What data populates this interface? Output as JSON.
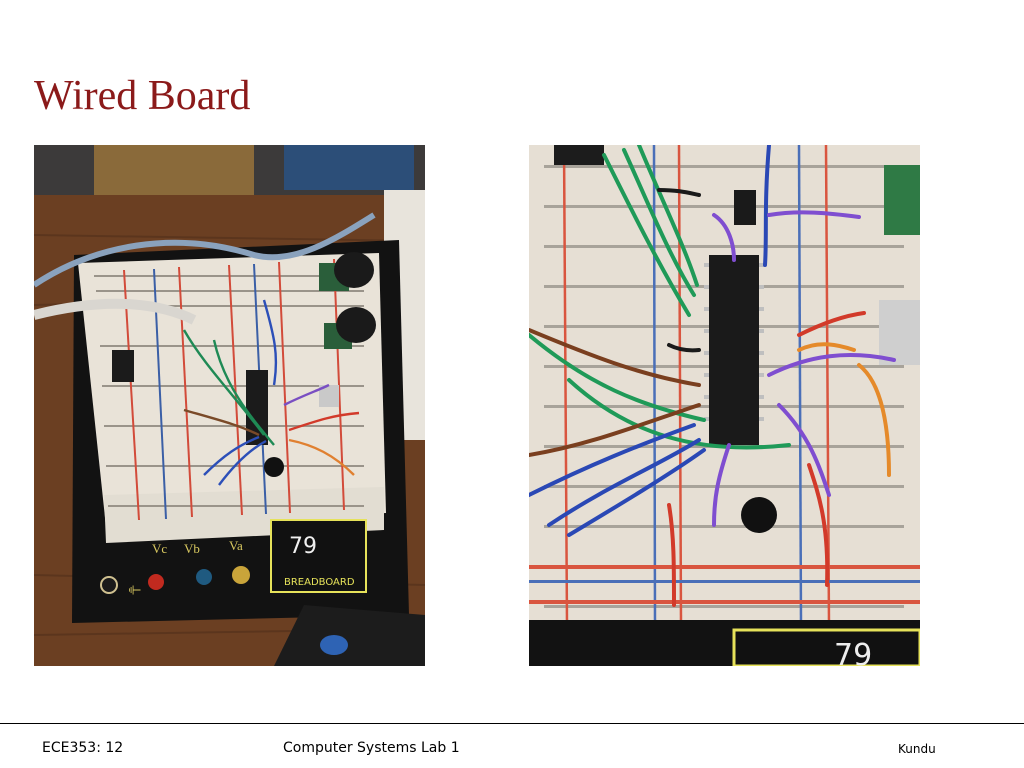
{
  "slide": {
    "title": "Wired Board"
  },
  "photos": {
    "left": {
      "board_text": "BREADBOARD",
      "number": "79",
      "terminals": [
        "Va",
        "Vb",
        "Vc"
      ]
    },
    "right": {
      "number": "79"
    }
  },
  "footer": {
    "course": "ECE353: 12",
    "course_title": "Computer Systems Lab 1",
    "author": "Kundu"
  }
}
